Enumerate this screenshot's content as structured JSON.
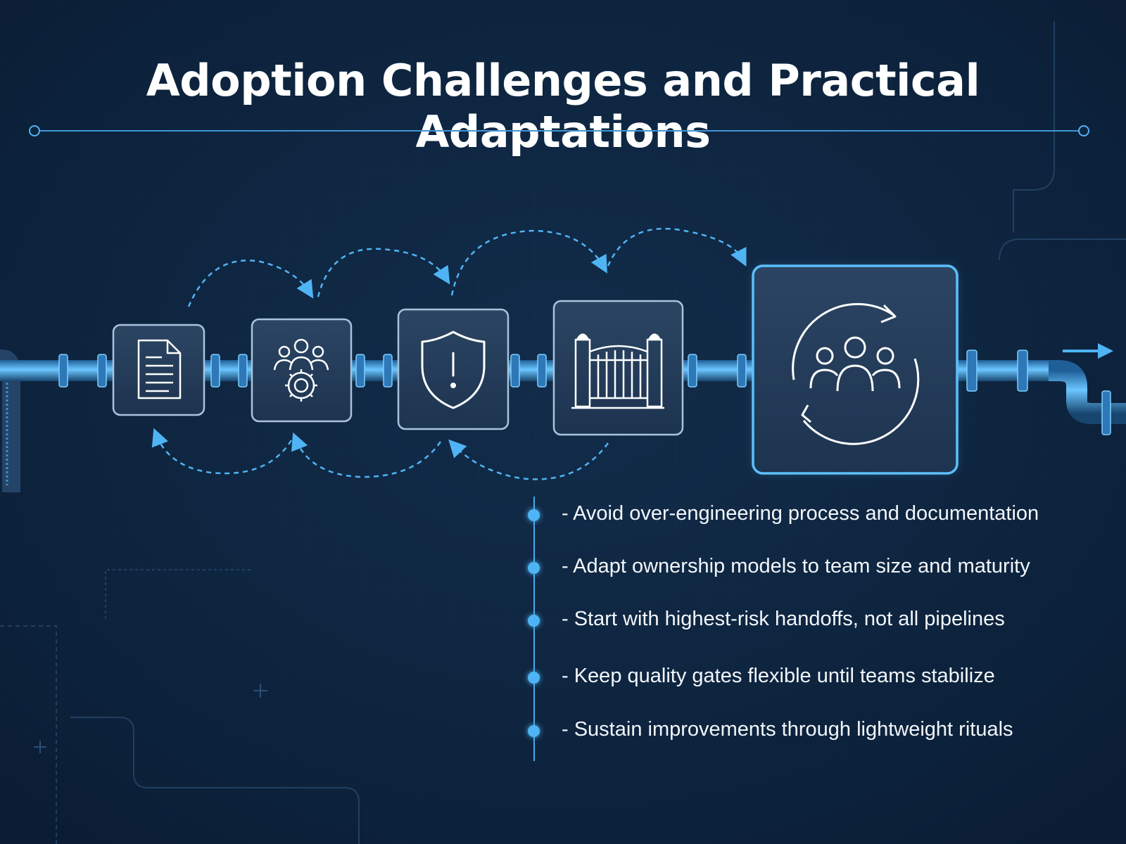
{
  "title": "Adoption Challenges and Practical Adaptations",
  "stages": [
    {
      "icon": "document-icon"
    },
    {
      "icon": "team-gear-icon"
    },
    {
      "icon": "shield-alert-icon"
    },
    {
      "icon": "gate-icon"
    },
    {
      "icon": "team-cycle-icon"
    }
  ],
  "bullets": [
    "- Avoid over-engineering process and documentation",
    "- Adapt ownership models to team size and maturity",
    "- Start with highest-risk handoffs, not all pipelines",
    "- Keep quality gates flexible until teams stabilize",
    "- Sustain improvements through lightweight rituals"
  ],
  "colors": {
    "background": "#0e2540",
    "accent": "#4fb4f4",
    "pipe": "#3d8fd0",
    "box_border": "#a9c3dd",
    "highlight_border": "#5cc0fb"
  }
}
